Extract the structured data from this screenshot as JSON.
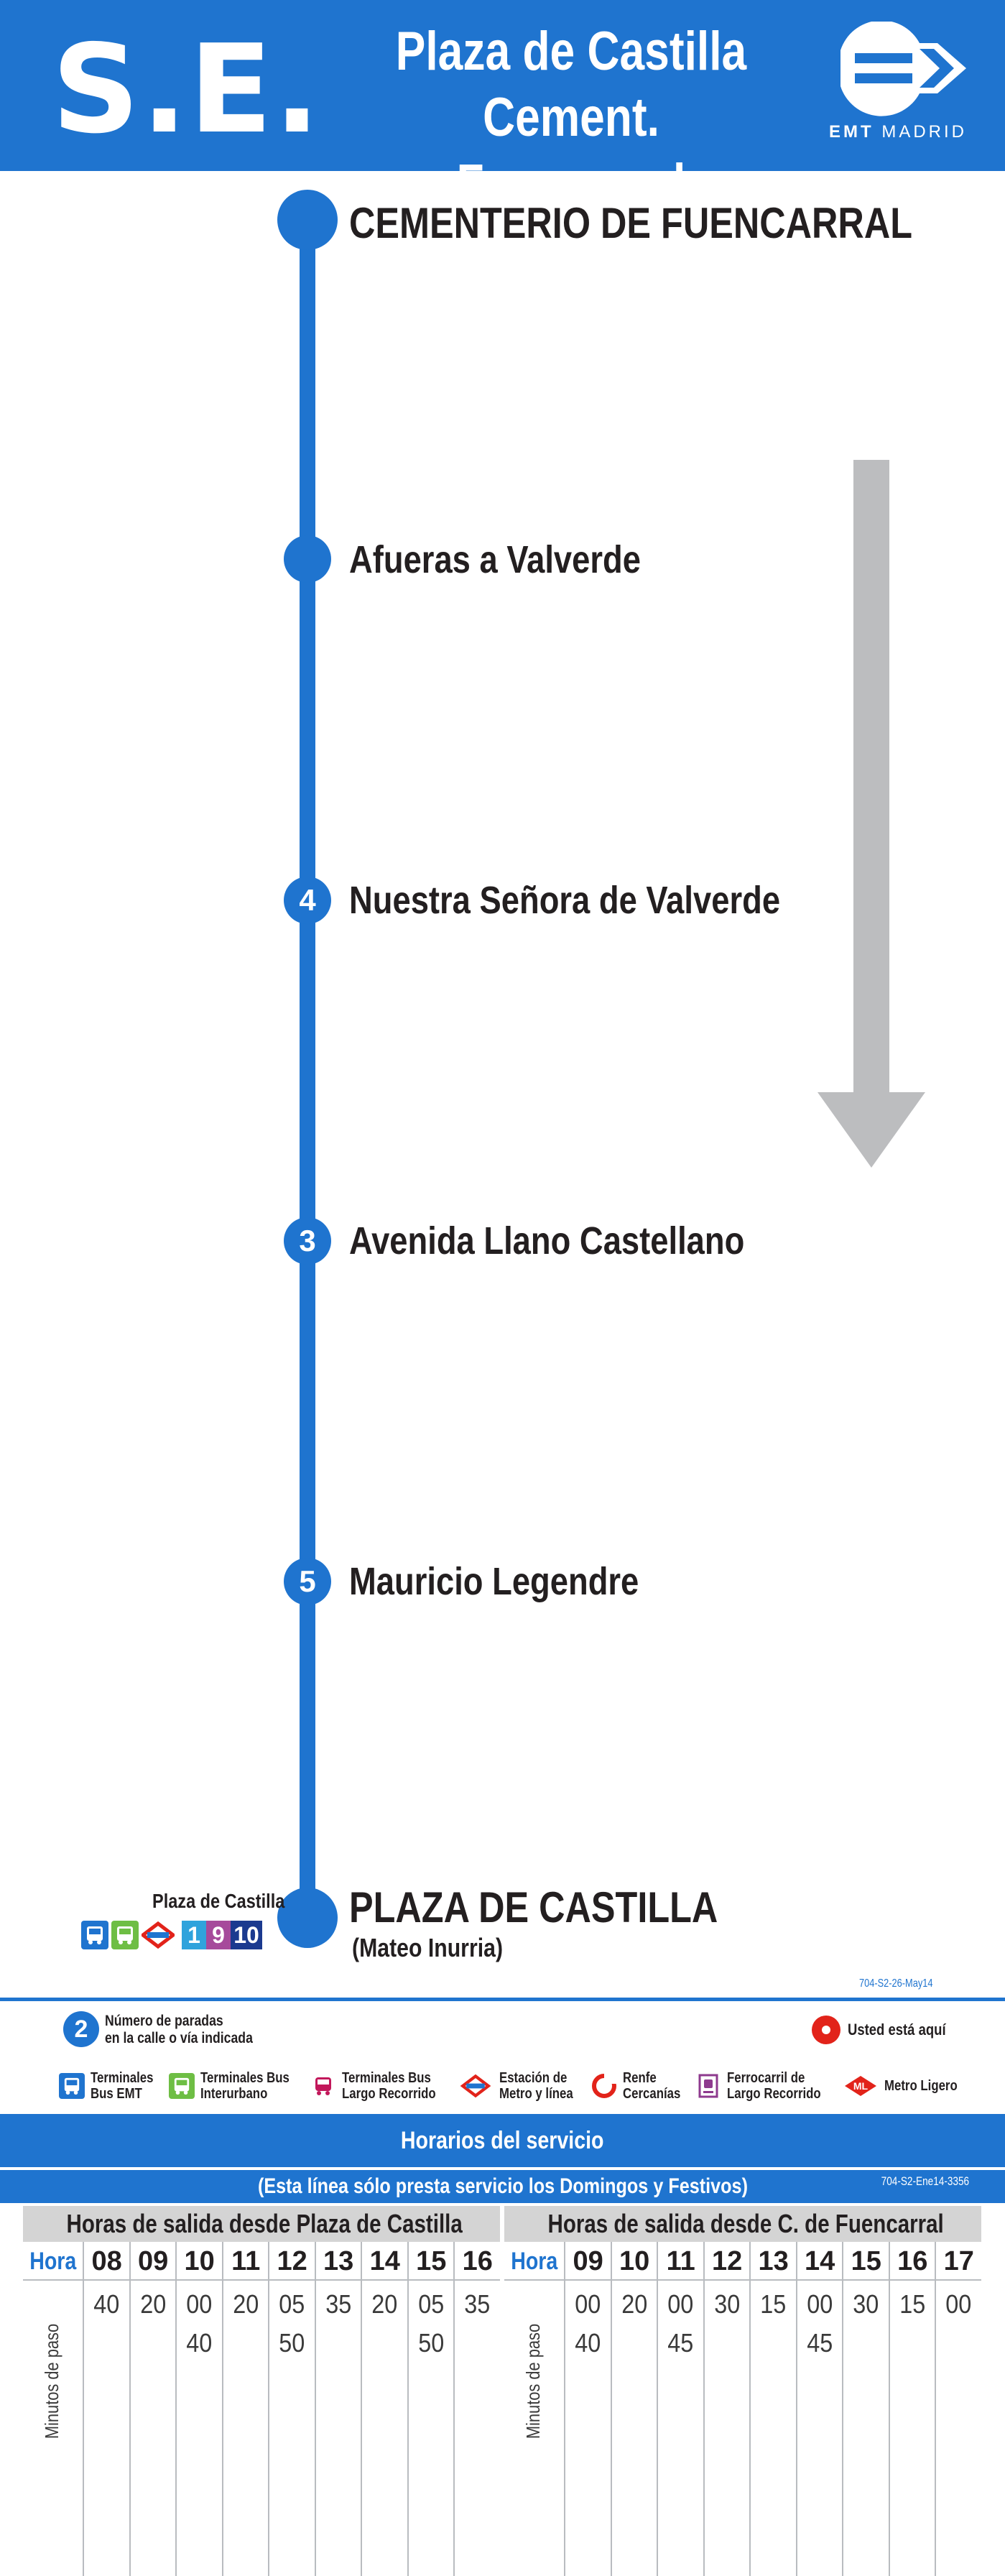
{
  "header": {
    "line_code": "S.E.",
    "route_line1": "Plaza de Castilla",
    "route_line2": "Cement. Fuencarral",
    "logo_brand": "EMT",
    "logo_city": "MADRID"
  },
  "stops": [
    {
      "name": "CEMENTERIO DE FUENCARRAL",
      "badge": "",
      "terminal": true
    },
    {
      "name": "Afueras a Valverde",
      "badge": "",
      "terminal": false
    },
    {
      "name": "Nuestra Señora de Valverde",
      "badge": "4",
      "terminal": false
    },
    {
      "name": "Avenida Llano Castellano",
      "badge": "3",
      "terminal": false
    },
    {
      "name": "Mauricio Legendre",
      "badge": "5",
      "terminal": false
    },
    {
      "name": "PLAZA DE CASTILLA",
      "badge": "",
      "terminal": true,
      "subtitle": "(Mateo Inurria)"
    }
  ],
  "connections": {
    "label": "Plaza de Castilla",
    "metro_lines": [
      "1",
      "9",
      "10"
    ],
    "metro_colors": [
      "#30a3dc",
      "#a64a9b",
      "#1b3a8f"
    ]
  },
  "doc_code": "704-S2-26-May14",
  "legend": {
    "stops_number_badge": "2",
    "stops_number_text_1": "Número de paradas",
    "stops_number_text_2": "en la calle o vía indicada",
    "you_are_here": "Usted está aquí",
    "items": [
      {
        "icon": "bus-emt-icon",
        "line1": "Terminales",
        "line2": "Bus EMT",
        "color": "#1f74cf"
      },
      {
        "icon": "bus-interurban-icon",
        "line1": "Terminales Bus",
        "line2": "Interurbano",
        "color": "#6ebe44"
      },
      {
        "icon": "bus-long-distance-icon",
        "line1": "Terminales Bus",
        "line2": "Largo Recorrido",
        "color": "#c2185b"
      },
      {
        "icon": "metro-icon",
        "line1": "Estación de",
        "line2": "Metro y línea",
        "color": "#e2231a"
      },
      {
        "icon": "renfe-icon",
        "line1": "Renfe",
        "line2": "Cercanías",
        "color": "#e2231a"
      },
      {
        "icon": "train-long-distance-icon",
        "line1": "Ferrocarril de",
        "line2": "Largo Recorrido",
        "color": "#8e3a8e"
      },
      {
        "icon": "light-rail-icon",
        "line1": "Metro Ligero",
        "line2": "",
        "color": "#e2231a"
      }
    ]
  },
  "schedule": {
    "title": "Horarios del servicio",
    "note": "(Esta línea sólo presta servicio los Domingos y Festivos)",
    "code": "704-S2-Ene14-3356",
    "hour_label": "Hora",
    "minutes_label": "Minutos de paso",
    "tables": [
      {
        "title": "Horas de salida desde Plaza de Castilla",
        "hours": [
          "08",
          "09",
          "10",
          "11",
          "12",
          "13",
          "14",
          "15",
          "16"
        ],
        "minutes": [
          [
            "40"
          ],
          [
            "20"
          ],
          [
            "00",
            "40"
          ],
          [
            "20"
          ],
          [
            "05",
            "50"
          ],
          [
            "35"
          ],
          [
            "20"
          ],
          [
            "05",
            "50"
          ],
          [
            "35"
          ]
        ]
      },
      {
        "title": "Horas de salida desde C. de Fuencarral",
        "hours": [
          "09",
          "10",
          "11",
          "12",
          "13",
          "14",
          "15",
          "16",
          "17"
        ],
        "minutes": [
          [
            "00",
            "40"
          ],
          [
            "20"
          ],
          [
            "00",
            "45"
          ],
          [
            "30"
          ],
          [
            "15"
          ],
          [
            "00",
            "45"
          ],
          [
            "30"
          ],
          [
            "15"
          ],
          [
            "00"
          ]
        ]
      }
    ]
  }
}
